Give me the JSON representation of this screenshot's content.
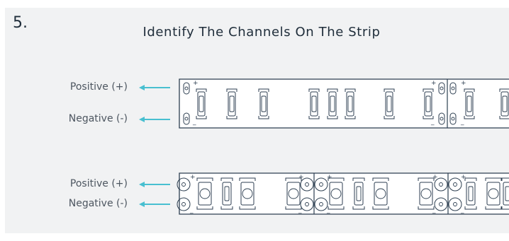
{
  "step_number": "5.",
  "title": "Identify The Channels On The Strip",
  "strips": [
    {
      "positive_label": "Positive (+)",
      "negative_label": "Negative (-)",
      "pad_positive": "+",
      "pad_negative": "_"
    },
    {
      "positive_label": "Positive (+)",
      "negative_label": "Negative (-)",
      "pad_positive": "+",
      "pad_negative": "_"
    }
  ],
  "colors": {
    "arrow": "#48bfd0",
    "strip_outline": "#2c3e50",
    "panel_background": "#f1f2f3",
    "text": "#1f2d3a"
  },
  "icons": [
    "arrow-left-icon",
    "solder-pad-icon",
    "led-chip-icon",
    "cut-line-icon"
  ]
}
